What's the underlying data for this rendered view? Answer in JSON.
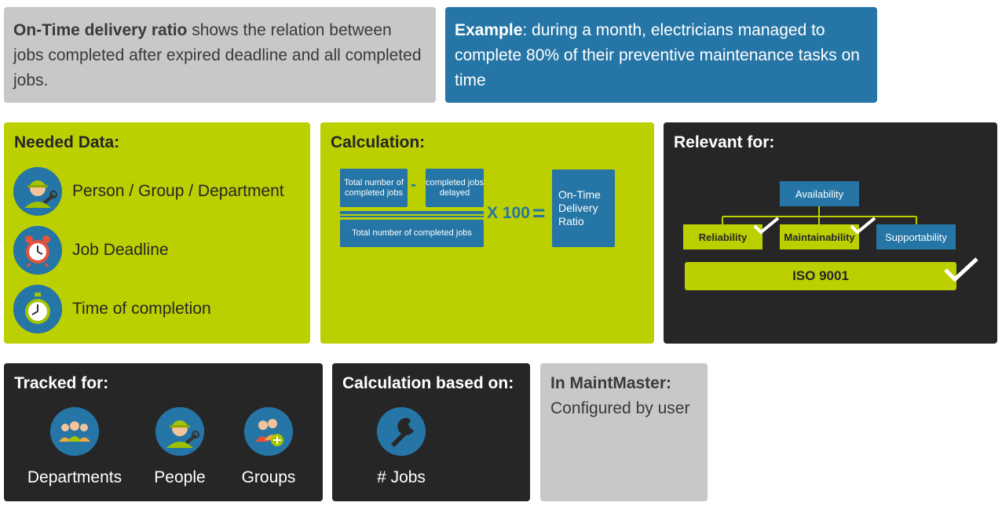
{
  "intro": {
    "definition_bold": "On-Time delivery ratio",
    "definition_rest": " shows the relation between jobs completed after expired deadline and all completed jobs.",
    "example_bold": "Example",
    "example_rest": ": during a month, electricians managed to complete 80% of their preventive maintenance tasks on time"
  },
  "needed_data": {
    "title": "Needed Data:",
    "items": [
      {
        "label": "Person / Group / Department",
        "icon": "worker-icon"
      },
      {
        "label": "Job Deadline",
        "icon": "alarm-clock-icon"
      },
      {
        "label": "Time of completion",
        "icon": "stopwatch-icon"
      }
    ]
  },
  "calculation": {
    "title": "Calculation:",
    "term1": "Total number of completed jobs",
    "minus": "-",
    "term2": "completed jobs delayed",
    "denominator": "Total number of completed jobs",
    "multiplier": "X 100",
    "equals": "=",
    "result": "On-Time Delivery Ratio"
  },
  "relevant": {
    "title": "Relevant for:",
    "top": "Availability",
    "children": [
      {
        "label": "Reliability",
        "checked": true,
        "highlight": true
      },
      {
        "label": "Maintainability",
        "checked": true,
        "highlight": true
      },
      {
        "label": "Supportability",
        "checked": false,
        "highlight": false
      }
    ],
    "standard": "ISO 9001",
    "standard_checked": true
  },
  "tracked": {
    "title": "Tracked for:",
    "items": [
      {
        "label": "Departments",
        "icon": "departments-icon"
      },
      {
        "label": "People",
        "icon": "worker-icon"
      },
      {
        "label": "Groups",
        "icon": "group-add-icon"
      }
    ]
  },
  "based_on": {
    "title": "Calculation based on:",
    "item": {
      "label": "# Jobs",
      "icon": "wrench-icon"
    }
  },
  "in_maintmaster": {
    "title": "In MaintMaster:",
    "value": "Configured by user"
  },
  "colors": {
    "lime": "#bccf00",
    "blue": "#2575a6",
    "dark": "#262626",
    "gray": "#c8c8c8"
  }
}
